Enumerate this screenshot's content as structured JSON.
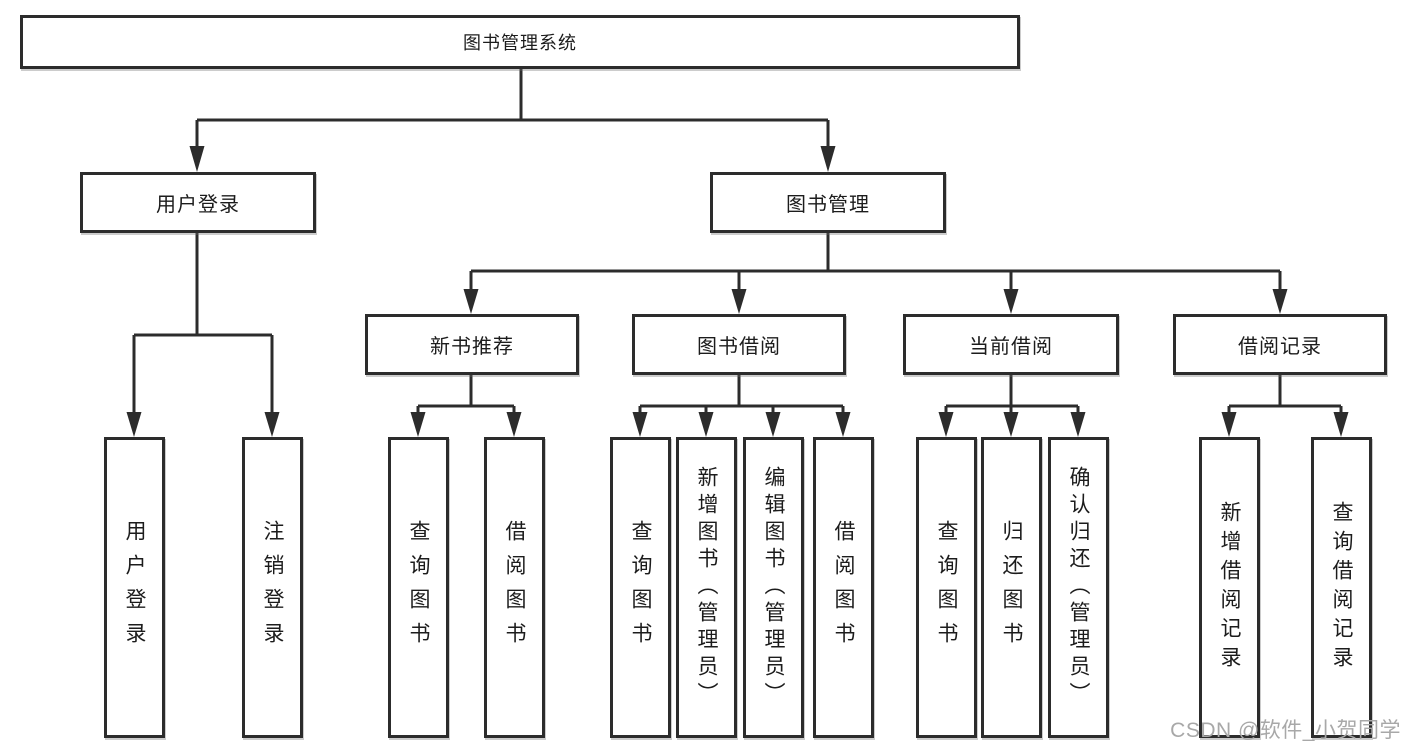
{
  "tree": {
    "root": {
      "label": "图书管理系统"
    },
    "branches": [
      {
        "label": "用户登录",
        "children": [
          {
            "label": "用户登录"
          },
          {
            "label": "注销登录"
          }
        ]
      },
      {
        "label": "图书管理",
        "children": [
          {
            "label": "新书推荐",
            "children": [
              {
                "label": "查询图书"
              },
              {
                "label": "借阅图书"
              }
            ]
          },
          {
            "label": "图书借阅",
            "children": [
              {
                "label": "查询图书"
              },
              {
                "label": "新增图书（管理员）"
              },
              {
                "label": "编辑图书（管理员）"
              },
              {
                "label": "借阅图书"
              }
            ]
          },
          {
            "label": "当前借阅",
            "children": [
              {
                "label": "查询图书"
              },
              {
                "label": "归还图书"
              },
              {
                "label": "确认归还（管理员）"
              }
            ]
          },
          {
            "label": "借阅记录",
            "children": [
              {
                "label": "新增借阅记录"
              },
              {
                "label": "查询借阅记录"
              }
            ]
          }
        ]
      }
    ]
  },
  "watermark": {
    "text": "CSDN @软件_小贺同学",
    "color": "#a8a8a8"
  },
  "colors": {
    "line": "#2c2c2c",
    "text": "#1c1c1c",
    "background": "#ffffff"
  }
}
